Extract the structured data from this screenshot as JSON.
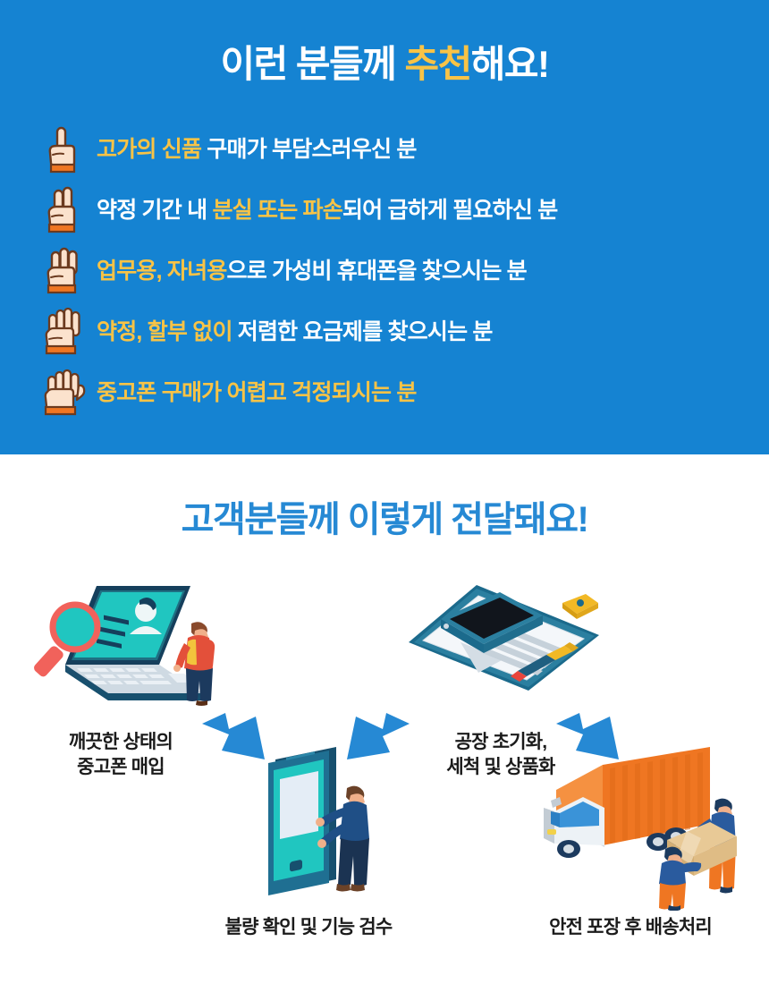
{
  "section_recommend": {
    "title_plain_1": "이런 분들께 ",
    "title_highlight": "추천",
    "title_plain_2": "해요!",
    "accent_color": "#f8c346",
    "background_color": "#1583d2",
    "bullets": [
      {
        "icon": "hand-one-finger-icon",
        "fingers": 1,
        "segments": [
          {
            "text": "고가의 신품",
            "style": "yellow"
          },
          {
            "text": " 구매가 부담스러우신 분",
            "style": "white"
          }
        ]
      },
      {
        "icon": "hand-two-fingers-icon",
        "fingers": 2,
        "segments": [
          {
            "text": "약정 기간 내 ",
            "style": "white"
          },
          {
            "text": "분실 또는 파손",
            "style": "yellow"
          },
          {
            "text": "되어 급하게 필요하신 분",
            "style": "white"
          }
        ]
      },
      {
        "icon": "hand-three-fingers-icon",
        "fingers": 3,
        "segments": [
          {
            "text": "업무용, 자녀용",
            "style": "yellow"
          },
          {
            "text": "으로 가성비 휴대폰을 찾으시는 분",
            "style": "white"
          }
        ]
      },
      {
        "icon": "hand-four-fingers-icon",
        "fingers": 4,
        "segments": [
          {
            "text": "약정, 할부 없이",
            "style": "yellow"
          },
          {
            "text": " 저렴한 요금제를 찾으시는 분",
            "style": "white"
          }
        ]
      },
      {
        "icon": "hand-five-fingers-icon",
        "fingers": 5,
        "segments": [
          {
            "text": "중고폰 구매가 어렵고 걱정되시는 분",
            "style": "yellow"
          }
        ]
      }
    ]
  },
  "section_process": {
    "title": "고객분들께 이렇게 전달돼요!",
    "title_color": "#2689d4",
    "steps": [
      {
        "illustration": "laptop-magnifier-inspection-icon",
        "caption_line_1": "깨끗한 상태의",
        "caption_line_2": "중고폰 매입"
      },
      {
        "illustration": "tablet-touch-test-icon",
        "caption_line_1": "불량 확인 및 기능 검수",
        "caption_line_2": ""
      },
      {
        "illustration": "clipboard-phone-pen-icon",
        "caption_line_1": "공장 초기화,",
        "caption_line_2": "세척 및 상품화"
      },
      {
        "illustration": "delivery-truck-workers-icon",
        "caption_line_1": "안전 포장 후 배송처리",
        "caption_line_2": ""
      }
    ],
    "arrows": [
      {
        "name": "arrow-down-right-1",
        "direction": "down-right"
      },
      {
        "name": "arrow-up-right-2",
        "direction": "up-right"
      },
      {
        "name": "arrow-down-right-3",
        "direction": "down-right"
      }
    ],
    "arrow_color": "#2689d4"
  }
}
